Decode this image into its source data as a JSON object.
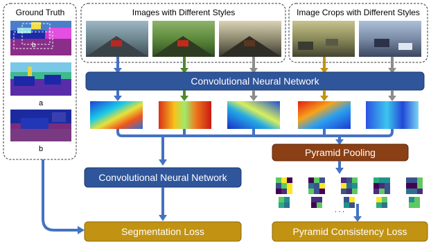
{
  "groups": {
    "ground_truth": "Ground Truth",
    "styles": "Images with Different Styles",
    "crops": "Image Crops with Different Styles"
  },
  "boxes": {
    "cnn_top": "Convolutional Neural Network",
    "pyramid_pooling": "Pyramid Pooling",
    "cnn_bottom": "Convolutional Neural Network",
    "seg_loss": "Segmentation Loss",
    "pyr_loss": "Pyramid Consistency Loss"
  },
  "gt_labels": {
    "a": "a",
    "b": "b",
    "inset_b": "b"
  },
  "ellipsis": ". . .",
  "colors": {
    "cnn_blue": "#2f559a",
    "pooling_brown": "#8b3f14",
    "loss_gold": "#c29313",
    "arrow_blue": "#4472c4",
    "arrow_green": "#4e8a2b",
    "arrow_gray": "#8c8c8c",
    "arrow_gold": "#c29313"
  }
}
